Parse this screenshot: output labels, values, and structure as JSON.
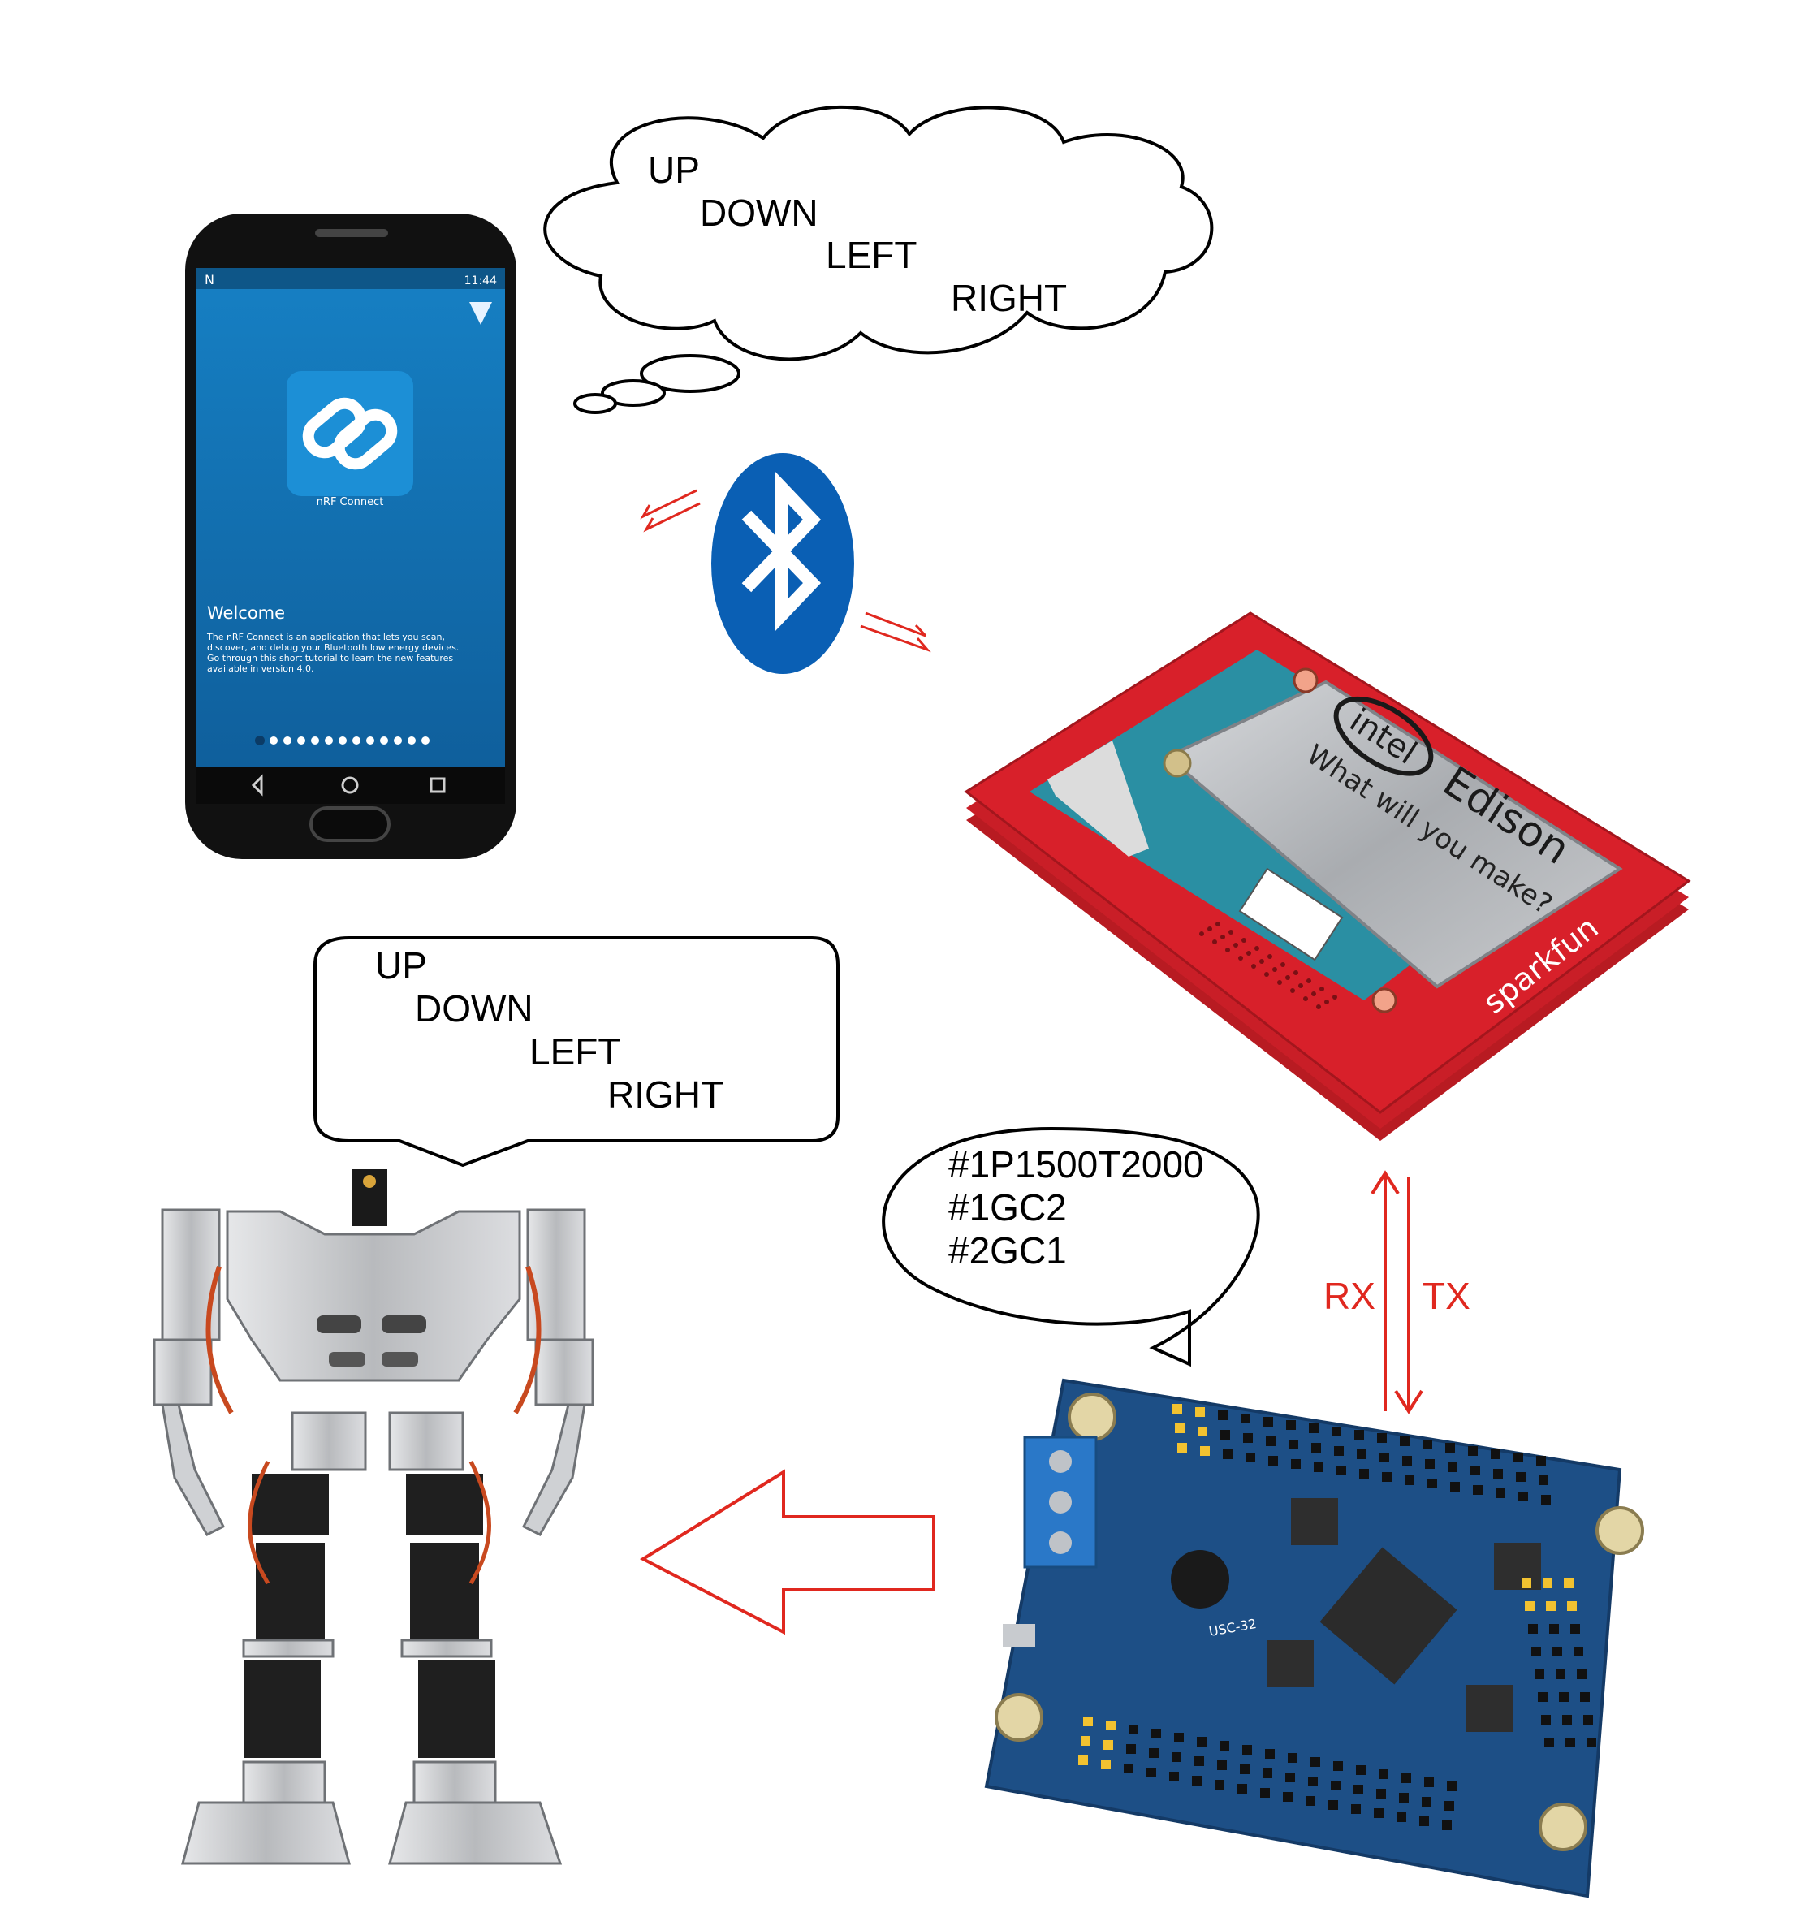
{
  "phone": {
    "status_left": "N",
    "status_time": "11:44",
    "app_name": "nRF Connect",
    "welcome_title": "Welcome",
    "welcome_body_lines": [
      "The nRF Connect is an application that lets you scan,",
      "discover, and debug your Bluetooth low energy devices.",
      "Go through this short tutorial to learn the new features",
      "available in version 4.0."
    ],
    "page_dots": 13,
    "active_dot": 0
  },
  "thought_cloud": {
    "lines": [
      "UP",
      "DOWN",
      "LEFT",
      "RIGHT"
    ]
  },
  "robot_speech": {
    "lines": [
      "UP",
      "DOWN",
      "LEFT",
      "RIGHT"
    ]
  },
  "command_speech": {
    "lines": [
      "#1P1500T2000",
      "#1GC2",
      "#2GC1"
    ]
  },
  "edison_board": {
    "brand": "intel",
    "product": "Edison",
    "tagline": "What will you make?",
    "maker": "sparkfun"
  },
  "servo_controller": {
    "model": "USC-32"
  },
  "serial_link": {
    "rx_label": "RX",
    "tx_label": "TX"
  },
  "colors": {
    "arrow_red": "#e0281f",
    "bluetooth_blue": "#0a5fb4",
    "edison_red": "#d8202a",
    "controller_blue": "#1d4f86"
  }
}
